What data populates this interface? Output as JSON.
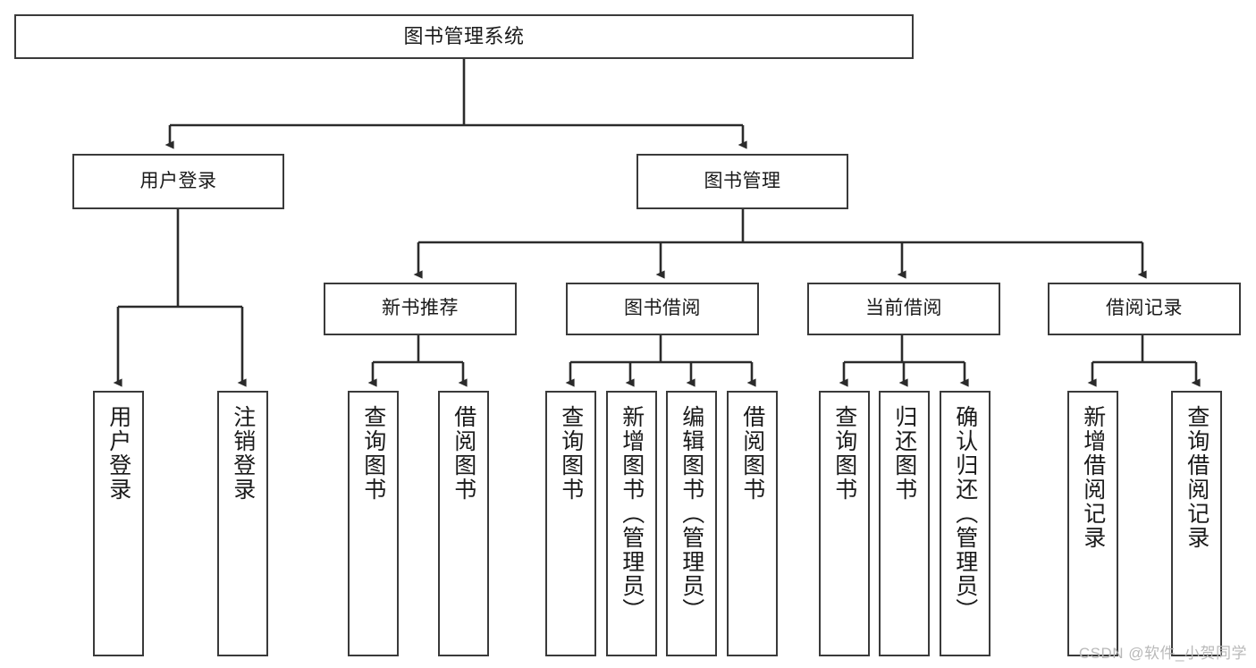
{
  "diagram": {
    "title": "图书管理系统",
    "type": "tree",
    "watermark": "CSDN @软件_小贺同学",
    "colors": {
      "box_border": "#3a3a3a",
      "connector": "#2b2b2b",
      "background": "#ffffff",
      "text": "#1a1a1a",
      "watermark": "#b9b9b9"
    },
    "levels": [
      {
        "level": 1,
        "nodes": [
          {
            "id": "root",
            "label": "图书管理系统",
            "orientation": "horizontal"
          }
        ]
      },
      {
        "level": 2,
        "nodes": [
          {
            "id": "user-login",
            "label": "用户登录",
            "orientation": "horizontal",
            "parent": "root"
          },
          {
            "id": "book-manage",
            "label": "图书管理",
            "orientation": "horizontal",
            "parent": "root"
          }
        ]
      },
      {
        "level": 3,
        "nodes": [
          {
            "id": "new-book-rec",
            "label": "新书推荐",
            "orientation": "horizontal",
            "parent": "book-manage"
          },
          {
            "id": "book-borrow",
            "label": "图书借阅",
            "orientation": "horizontal",
            "parent": "book-manage"
          },
          {
            "id": "current-borrow",
            "label": "当前借阅",
            "orientation": "horizontal",
            "parent": "book-manage"
          },
          {
            "id": "borrow-record",
            "label": "借阅记录",
            "orientation": "horizontal",
            "parent": "book-manage"
          }
        ]
      },
      {
        "level": 4,
        "nodes": [
          {
            "id": "leaf-user-login",
            "label": "用户登录",
            "orientation": "vertical",
            "parent": "user-login"
          },
          {
            "id": "leaf-logout",
            "label": "注销登录",
            "orientation": "vertical",
            "parent": "user-login"
          },
          {
            "id": "leaf-query-book-1",
            "label": "查询图书",
            "orientation": "vertical",
            "parent": "new-book-rec"
          },
          {
            "id": "leaf-borrow-book-1",
            "label": "借阅图书",
            "orientation": "vertical",
            "parent": "new-book-rec"
          },
          {
            "id": "leaf-query-book-2",
            "label": "查询图书",
            "orientation": "vertical",
            "parent": "book-borrow"
          },
          {
            "id": "leaf-add-book",
            "label": "新增图书（管理员）",
            "orientation": "vertical",
            "parent": "book-borrow"
          },
          {
            "id": "leaf-edit-book",
            "label": "编辑图书（管理员）",
            "orientation": "vertical",
            "parent": "book-borrow"
          },
          {
            "id": "leaf-borrow-book-2",
            "label": "借阅图书",
            "orientation": "vertical",
            "parent": "book-borrow"
          },
          {
            "id": "leaf-query-book-3",
            "label": "查询图书",
            "orientation": "vertical",
            "parent": "current-borrow"
          },
          {
            "id": "leaf-return-book",
            "label": "归还图书",
            "orientation": "vertical",
            "parent": "current-borrow"
          },
          {
            "id": "leaf-confirm-return",
            "label": "确认归还（管理员）",
            "orientation": "vertical",
            "parent": "current-borrow"
          },
          {
            "id": "leaf-add-record",
            "label": "新增借阅记录",
            "orientation": "vertical",
            "parent": "borrow-record"
          },
          {
            "id": "leaf-query-record",
            "label": "查询借阅记录",
            "orientation": "vertical",
            "parent": "borrow-record"
          }
        ]
      }
    ]
  }
}
